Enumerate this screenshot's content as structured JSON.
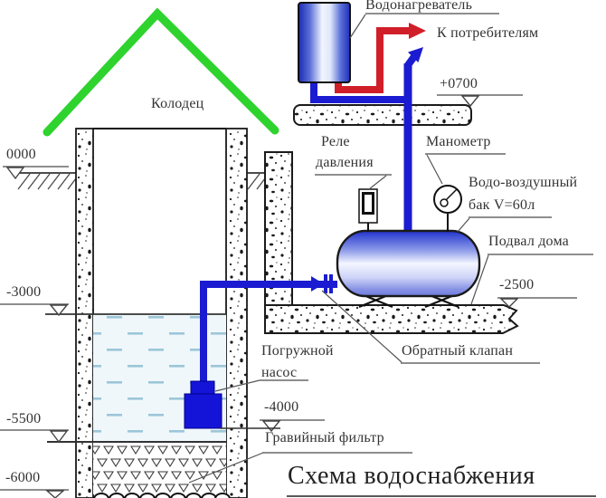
{
  "title": {
    "text": "Схема водоснабжения"
  },
  "labels": {
    "water_heater": "Водонагреватель",
    "to_consumers": "К потребителям",
    "well": "Колодец",
    "pressure_relay": [
      "Реле",
      "давления"
    ],
    "manometer": "Манометр",
    "air_water_tank": [
      "Водо-воздушный",
      "бак V=60л"
    ],
    "house_basement": "Подвал дома",
    "check_valve": "Обратный клапан",
    "submersible_pump": [
      "Погружной",
      "насос"
    ],
    "gravel_filter": "Гравийный фильтр"
  },
  "elevations": {
    "ground_level": "0000",
    "first_floor": "+0700",
    "basement_floor": "-2500",
    "water_level": "-3000",
    "pump_level": "-4000",
    "gravel_top": "-5500",
    "well_bottom": "-6000"
  },
  "colors": {
    "roof_green": "#2ED32E",
    "pipe_cold_blue": "#1B1BD1",
    "pipe_hot_red": "#D11F2A",
    "pump_blue": "#1414D8",
    "text": "#333333",
    "water_dash": "#9CC6D8",
    "water_bg": "#EFF7FB"
  }
}
